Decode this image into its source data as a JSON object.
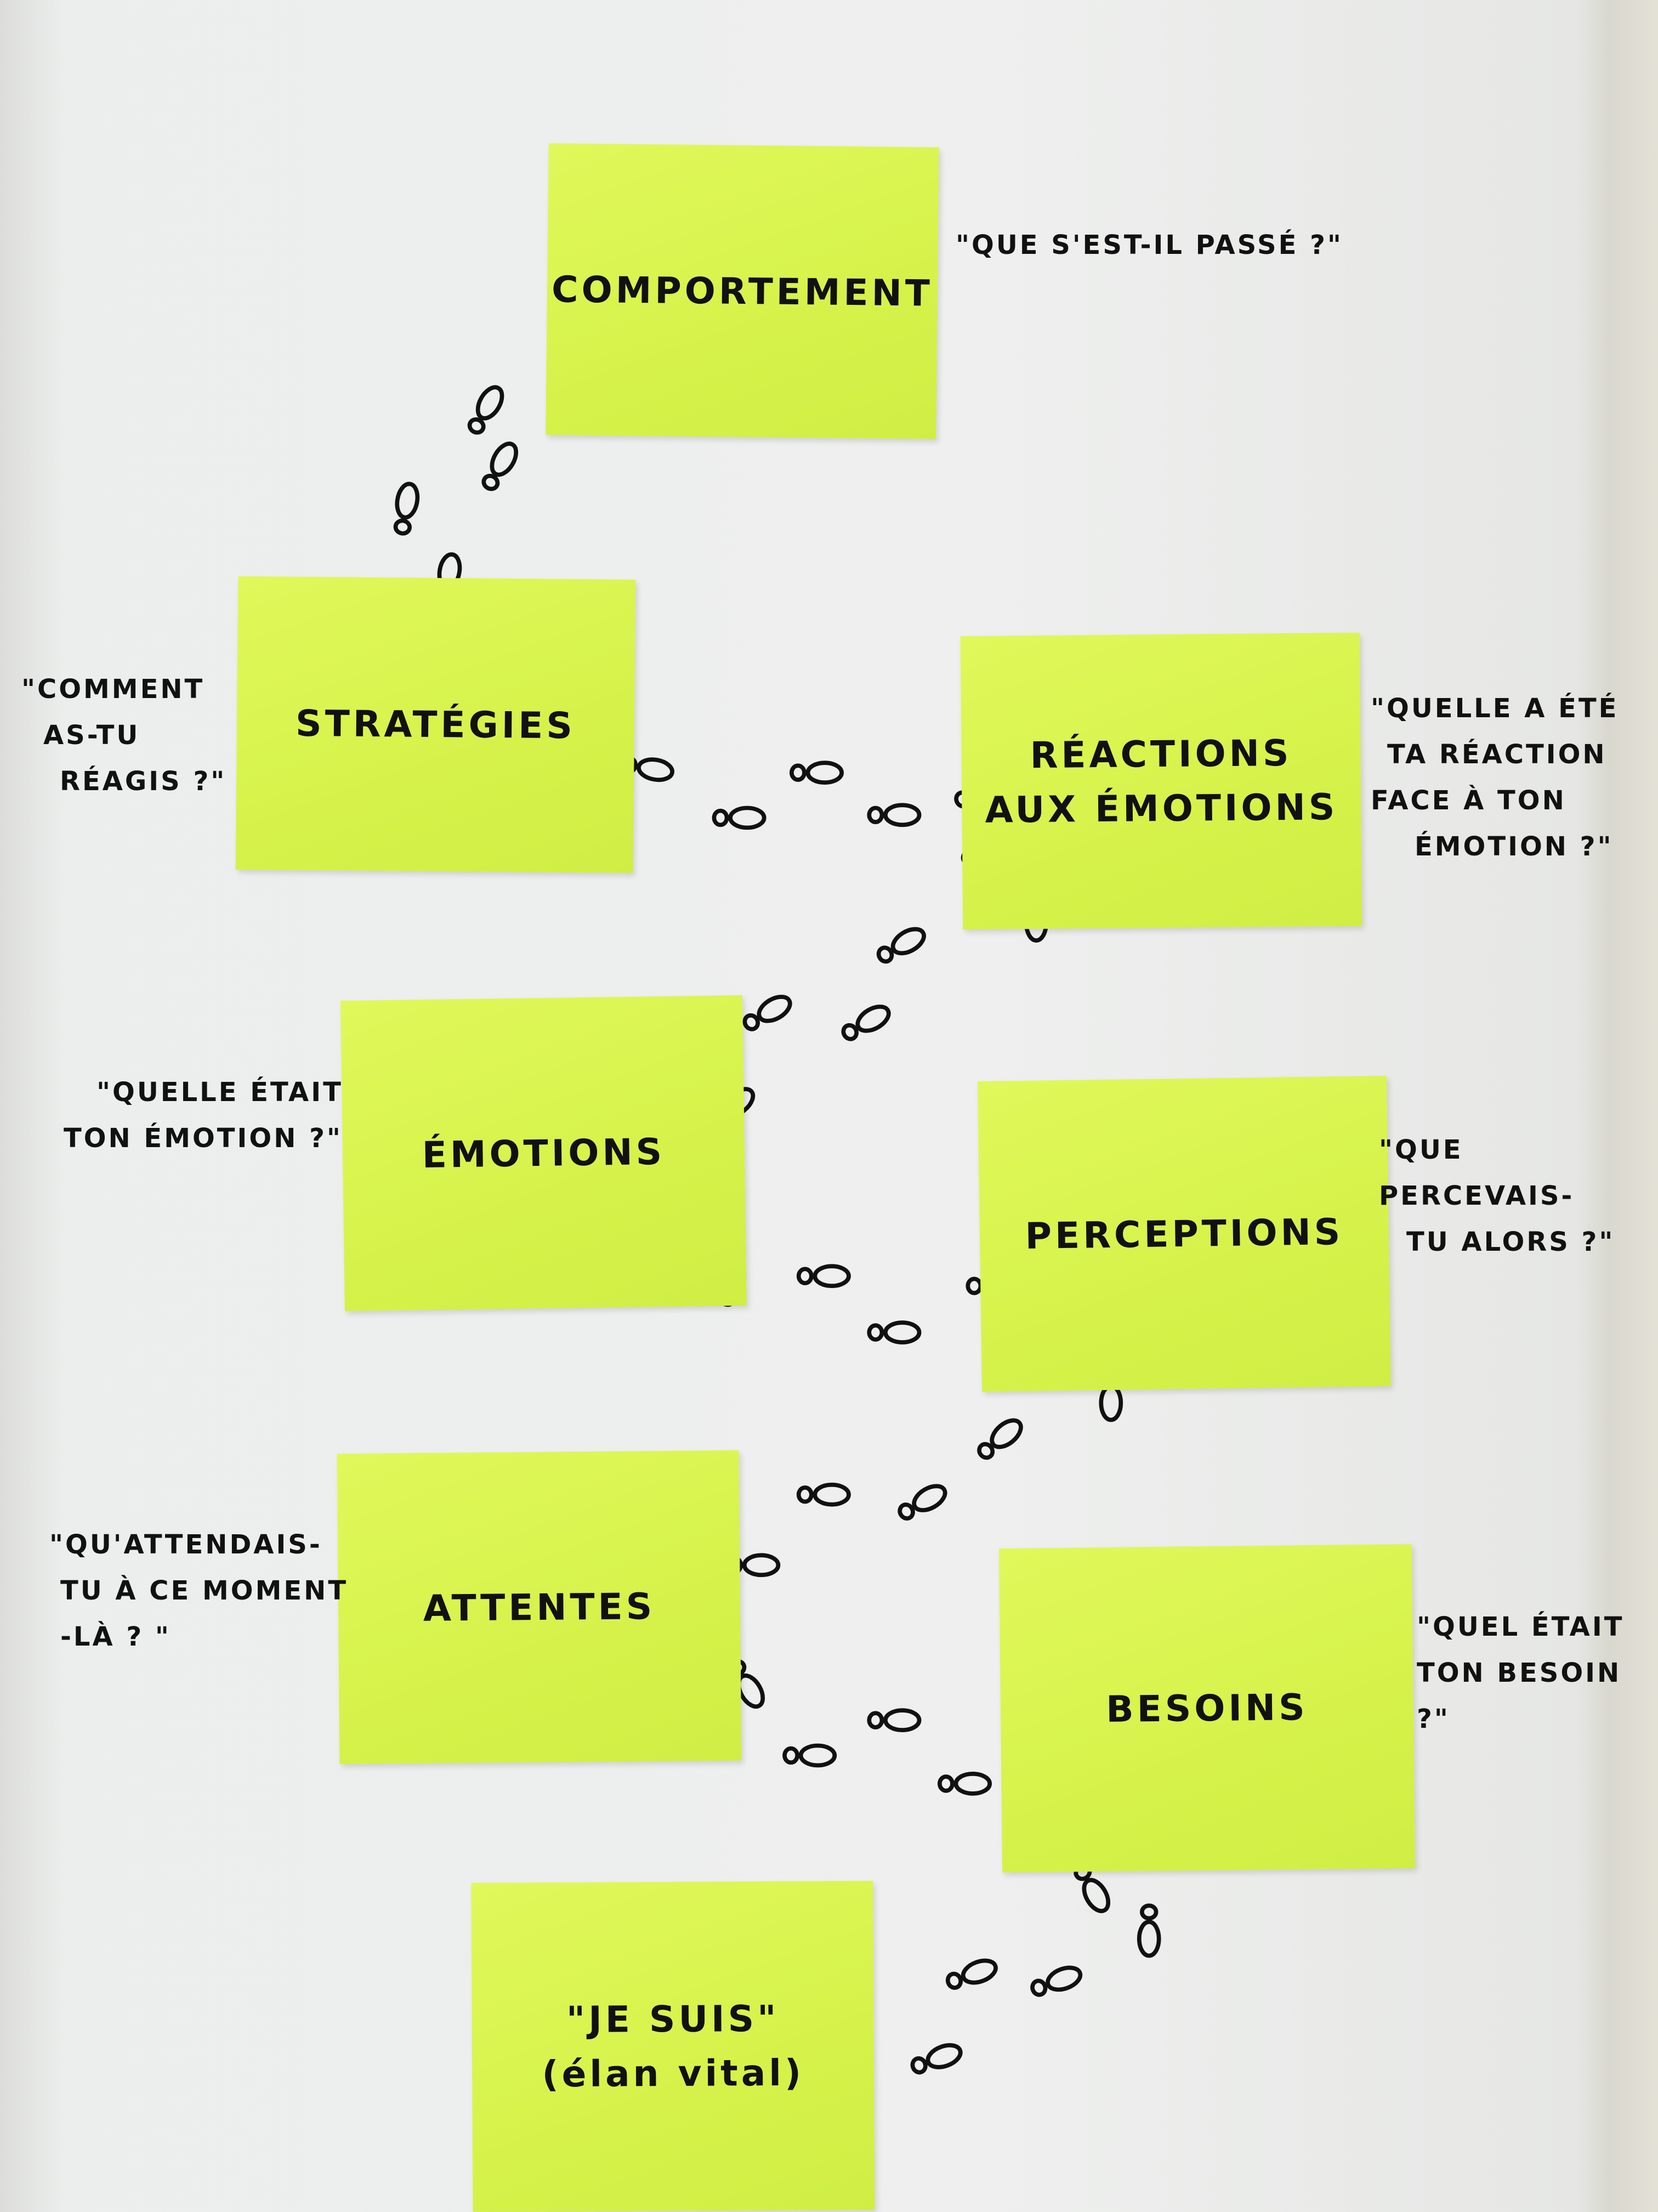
{
  "notes": {
    "comportement": [
      "Comportement"
    ],
    "strategies": [
      "Stratégies"
    ],
    "reactions": [
      "Réactions",
      "aux émotions"
    ],
    "emotions": [
      "Émotions"
    ],
    "perceptions": [
      "Perceptions"
    ],
    "attentes": [
      "Attentes"
    ],
    "besoins": [
      "Besoins"
    ],
    "je_suis": [
      "\"Je suis\"",
      "(élan vital)"
    ]
  },
  "quotes": {
    "comportement": [
      "\"Que s'est-il passé ?\""
    ],
    "strategies": [
      "\"Comment",
      "as-tu",
      "réagis ?\""
    ],
    "reactions": [
      "\"Quelle a été",
      "ta réaction",
      "face à ton",
      "émotion ?\""
    ],
    "emotions": [
      "\"Quelle était",
      "ton émotion ?\""
    ],
    "perceptions": [
      "\"Que percevais-",
      "tu alors ?\""
    ],
    "attentes": [
      "\"Qu'attendais-",
      "tu à ce moment",
      "-là ? \""
    ],
    "besoins": [
      "\"Quel était",
      "ton besoin ?\""
    ]
  },
  "colors": {
    "sticky": "#d8f24c",
    "ink": "#111111",
    "paper": "#eceeed"
  }
}
